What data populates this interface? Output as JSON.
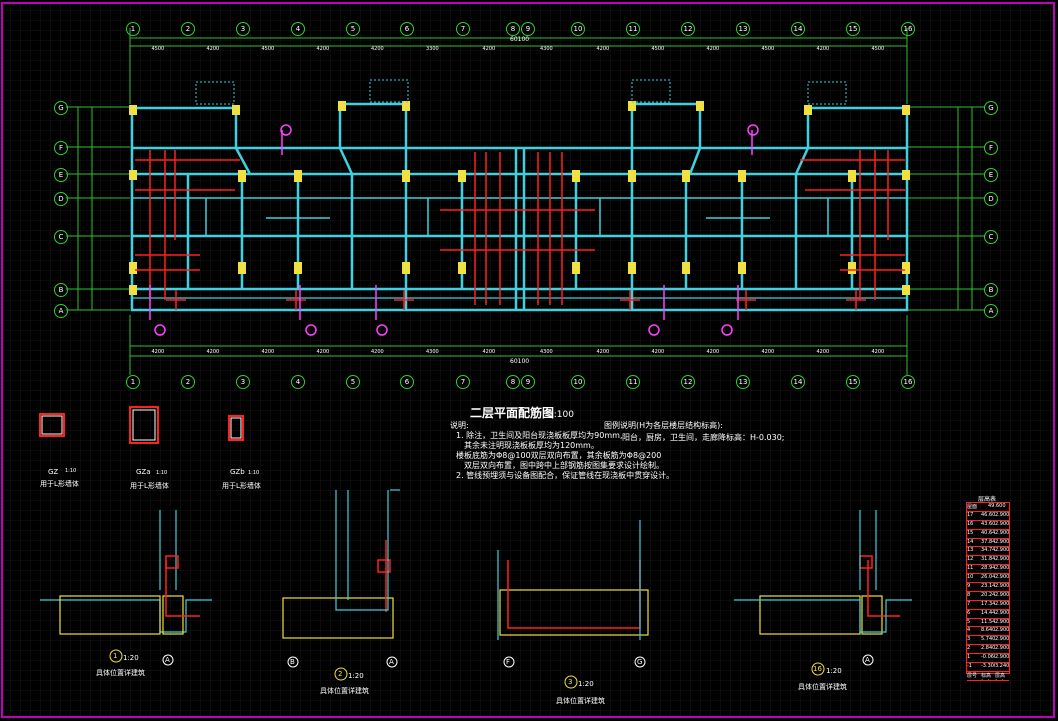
{
  "drawing": {
    "title": "二层平面配筋图",
    "scale": "1:100",
    "notes_header": "说明:",
    "notes": [
      "1. 除注，卫生间及阳台现浇板板厚均为90mm,",
      "其余未注明现浇板板厚均为120mm。",
      "楼板底筋为Φ8@100双层双向布置，其余板筋为Φ8@200",
      "双层双向布置，图中跨中上部钢筋按图集要求设计绘制。",
      "2. 管线预埋须与设备图配合，保证管线在现浇板中贯穿设计。"
    ],
    "right_note_1": "图例说明(H为各层楼层结构标高):",
    "right_note_2": "阳台，厨房，卫生间，走廊降标高：H-0.030;",
    "axis_top": [
      "1",
      "2",
      "3",
      "4",
      "5",
      "6",
      "7",
      "8",
      "9",
      "10",
      "11",
      "12",
      "13",
      "14",
      "15",
      "16"
    ],
    "axis_bottom": [
      "1",
      "2",
      "3",
      "4",
      "5",
      "6",
      "7",
      "8",
      "9",
      "10",
      "11",
      "12",
      "13",
      "14",
      "15",
      "16"
    ],
    "axis_left": [
      "G",
      "F",
      "E",
      "D",
      "C",
      "B",
      "A"
    ],
    "axis_right": [
      "G",
      "F",
      "E",
      "D",
      "C",
      "B",
      "A"
    ],
    "total_dim": "60100",
    "dims_top": [
      "4500",
      "4200",
      "4500",
      "4200",
      "4200",
      "3300",
      "4200",
      "4300",
      "4200",
      "4500",
      "4200",
      "4500",
      "4200",
      "4500"
    ],
    "dims_bottom": [
      "4200",
      "4200",
      "4200",
      "4200",
      "4200",
      "4300",
      "4200",
      "4300",
      "4200",
      "4200",
      "4200",
      "4200",
      "4200",
      "4200"
    ]
  },
  "sections": {
    "gz": {
      "label": "GZ",
      "scale": "1:10",
      "note": "用于L形墙体"
    },
    "gza": {
      "label": "GZa",
      "scale": "1:10",
      "note": "用于L形墙体"
    },
    "gzb": {
      "label": "GZb",
      "scale": "1:10",
      "note": "用于L形墙体"
    }
  },
  "details": [
    {
      "num": "1",
      "scale": "1:20",
      "caption": "具体位置详建筑",
      "axis": "A"
    },
    {
      "num": "2",
      "scale": "1:20",
      "caption": "具体位置详建筑",
      "axis_left": "B",
      "axis_right": "A"
    },
    {
      "num": "3",
      "scale": "1:20",
      "caption": "具体位置详建筑",
      "axis_left": "F",
      "axis_right": "G"
    },
    {
      "num": "16",
      "scale": "1:20",
      "caption": "具体位置详建筑",
      "axis": "A"
    }
  ],
  "elevation_table": {
    "title": "层高表",
    "rows": [
      [
        "屋面",
        "49.600"
      ],
      [
        "17",
        "46.600",
        "2.900"
      ],
      [
        "16",
        "43.600",
        "2.900"
      ],
      [
        "15",
        "40.640",
        "2.900"
      ],
      [
        "14",
        "37.840",
        "2.900"
      ],
      [
        "13",
        "34.740",
        "2.900"
      ],
      [
        "12",
        "31.840",
        "2.900"
      ],
      [
        "11",
        "28.940",
        "2.900"
      ],
      [
        "10",
        "26.040",
        "2.900"
      ],
      [
        "9",
        "23.140",
        "2.900"
      ],
      [
        "8",
        "20.240",
        "2.900"
      ],
      [
        "7",
        "17.340",
        "2.900"
      ],
      [
        "6",
        "14.440",
        "2.900"
      ],
      [
        "5",
        "11.540",
        "2.900"
      ],
      [
        "4",
        "8.640",
        "2.900"
      ],
      [
        "3",
        "5.740",
        "2.900"
      ],
      [
        "2",
        "2.840",
        "2.900"
      ],
      [
        "1",
        "-0.060",
        "2.900"
      ],
      [
        "-1",
        "-3.300",
        "3.240"
      ],
      [
        "层号",
        "标高(m)",
        "层高(m)"
      ]
    ]
  },
  "colors": {
    "frame": "#c000c0",
    "wall": "#40d0e0",
    "column": "#f0e040",
    "rebar": "#ff2020",
    "grid": "#1a1a1a",
    "axis": "#00d000",
    "magenta": "#ff40ff"
  }
}
